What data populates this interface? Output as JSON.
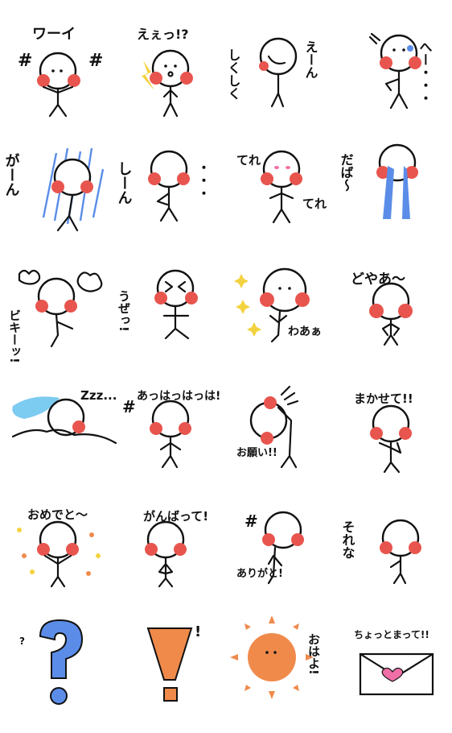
{
  "stickers": [
    {
      "id": "waai",
      "caption": "ワーイ",
      "caption2": "",
      "marks": "##"
    },
    {
      "id": "ee",
      "caption": "えぇっ!?",
      "caption2": "",
      "marks": ""
    },
    {
      "id": "shikushiku",
      "caption": "しくしく",
      "caption2": "えーん",
      "marks": ""
    },
    {
      "id": "hee",
      "caption": "へー・・・",
      "caption2": "",
      "marks": ""
    },
    {
      "id": "gaan",
      "caption": "がーん",
      "caption2": "",
      "marks": ""
    },
    {
      "id": "shiin",
      "caption": "しーん",
      "caption2": "・・・",
      "marks": ""
    },
    {
      "id": "tereter",
      "caption": "てれ",
      "caption2": "てれ",
      "marks": ""
    },
    {
      "id": "dabaa",
      "caption": "だば〜",
      "caption2": "",
      "marks": ""
    },
    {
      "id": "bikii",
      "caption": "ビキーッ!",
      "caption2": "",
      "marks": ""
    },
    {
      "id": "uzai",
      "caption": "うぜっ!",
      "caption2": "",
      "marks": ""
    },
    {
      "id": "waa",
      "caption": "わあぁ",
      "caption2": "",
      "marks": ""
    },
    {
      "id": "doyaa",
      "caption": "どやあ〜",
      "caption2": "",
      "marks": ""
    },
    {
      "id": "zzz",
      "caption": "Zzz...",
      "caption2": "",
      "marks": ""
    },
    {
      "id": "ahaha",
      "caption": "あっはっはっは!",
      "caption2": "",
      "marks": "#"
    },
    {
      "id": "onegai",
      "caption": "お願い!!",
      "caption2": "",
      "marks": ""
    },
    {
      "id": "makasete",
      "caption": "まかせて!!",
      "caption2": "",
      "marks": ""
    },
    {
      "id": "omedeto",
      "caption": "おめでと〜",
      "caption2": "",
      "marks": ""
    },
    {
      "id": "ganbatte",
      "caption": "がんばって!",
      "caption2": "",
      "marks": ""
    },
    {
      "id": "arigato",
      "caption": "ありがと!",
      "caption2": "",
      "marks": "#"
    },
    {
      "id": "sorena",
      "caption": "それな",
      "caption2": "",
      "marks": ""
    },
    {
      "id": "question",
      "caption": "?",
      "caption2": "",
      "marks": ""
    },
    {
      "id": "exclaim",
      "caption": "!",
      "caption2": "",
      "marks": ""
    },
    {
      "id": "ohayo",
      "caption": "おはよ!",
      "caption2": "",
      "marks": ""
    },
    {
      "id": "chottomatte",
      "caption": "ちょっとまって!!",
      "caption2": "",
      "marks": ""
    }
  ],
  "colors": {
    "cheek": "#e8554e",
    "blue": "#5b8de8",
    "cyan": "#7ccbf0",
    "orange": "#f08a4b",
    "yellow": "#f3d23f",
    "pink": "#f06fa6"
  },
  "icons": {
    "heart": "heart-icon",
    "envelope": "envelope-icon",
    "sun": "sun-icon",
    "question": "question-mark-icon",
    "exclaim": "exclamation-icon"
  }
}
